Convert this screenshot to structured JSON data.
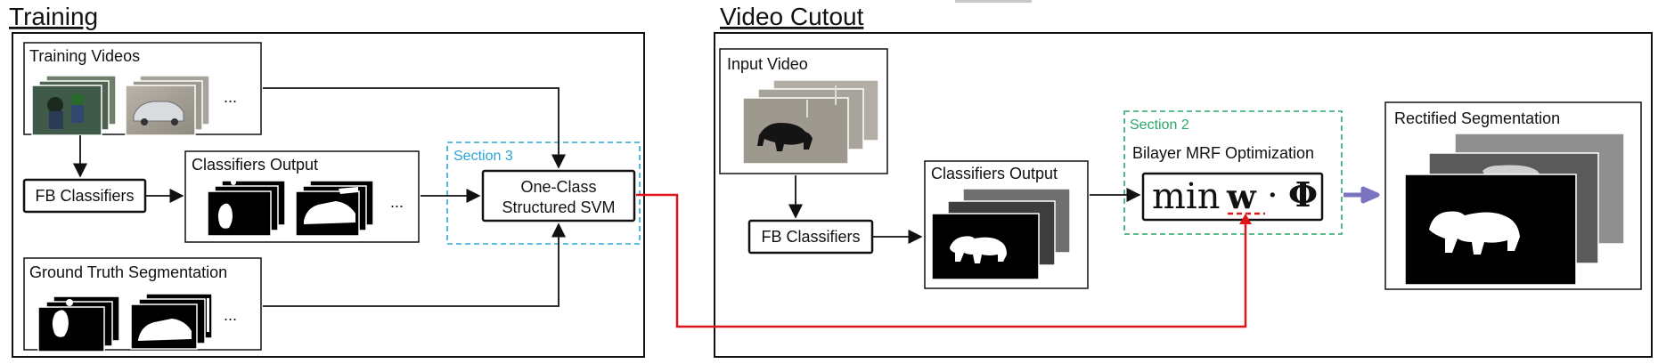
{
  "panels": {
    "training": {
      "title": "Training",
      "training_videos": "Training Videos",
      "fb_classifiers": "FB Classifiers",
      "classifiers_output": "Classifiers Output",
      "ground_truth": "Ground Truth Segmentation",
      "svm_line1": "One-Class",
      "svm_line2": "Structured SVM",
      "section_label": "Section 3",
      "ellipsis": "..."
    },
    "video_cutout": {
      "title": "Video Cutout",
      "input_video": "Input Video",
      "fb_classifiers": "FB Classifiers",
      "classifiers_output": "Classifiers Output",
      "section_label": "Section 2",
      "mrf_title": "Bilayer MRF Optimization",
      "formula_min": "min",
      "formula_w": "w",
      "formula_dot": "·",
      "formula_phi": "Φ",
      "rectified": "Rectified Segmentation"
    }
  },
  "colors": {
    "section3": "#2aa6d6",
    "section2": "#2aa86a",
    "weight_link": "#e0151c",
    "output_arrow": "#7b74c0"
  }
}
